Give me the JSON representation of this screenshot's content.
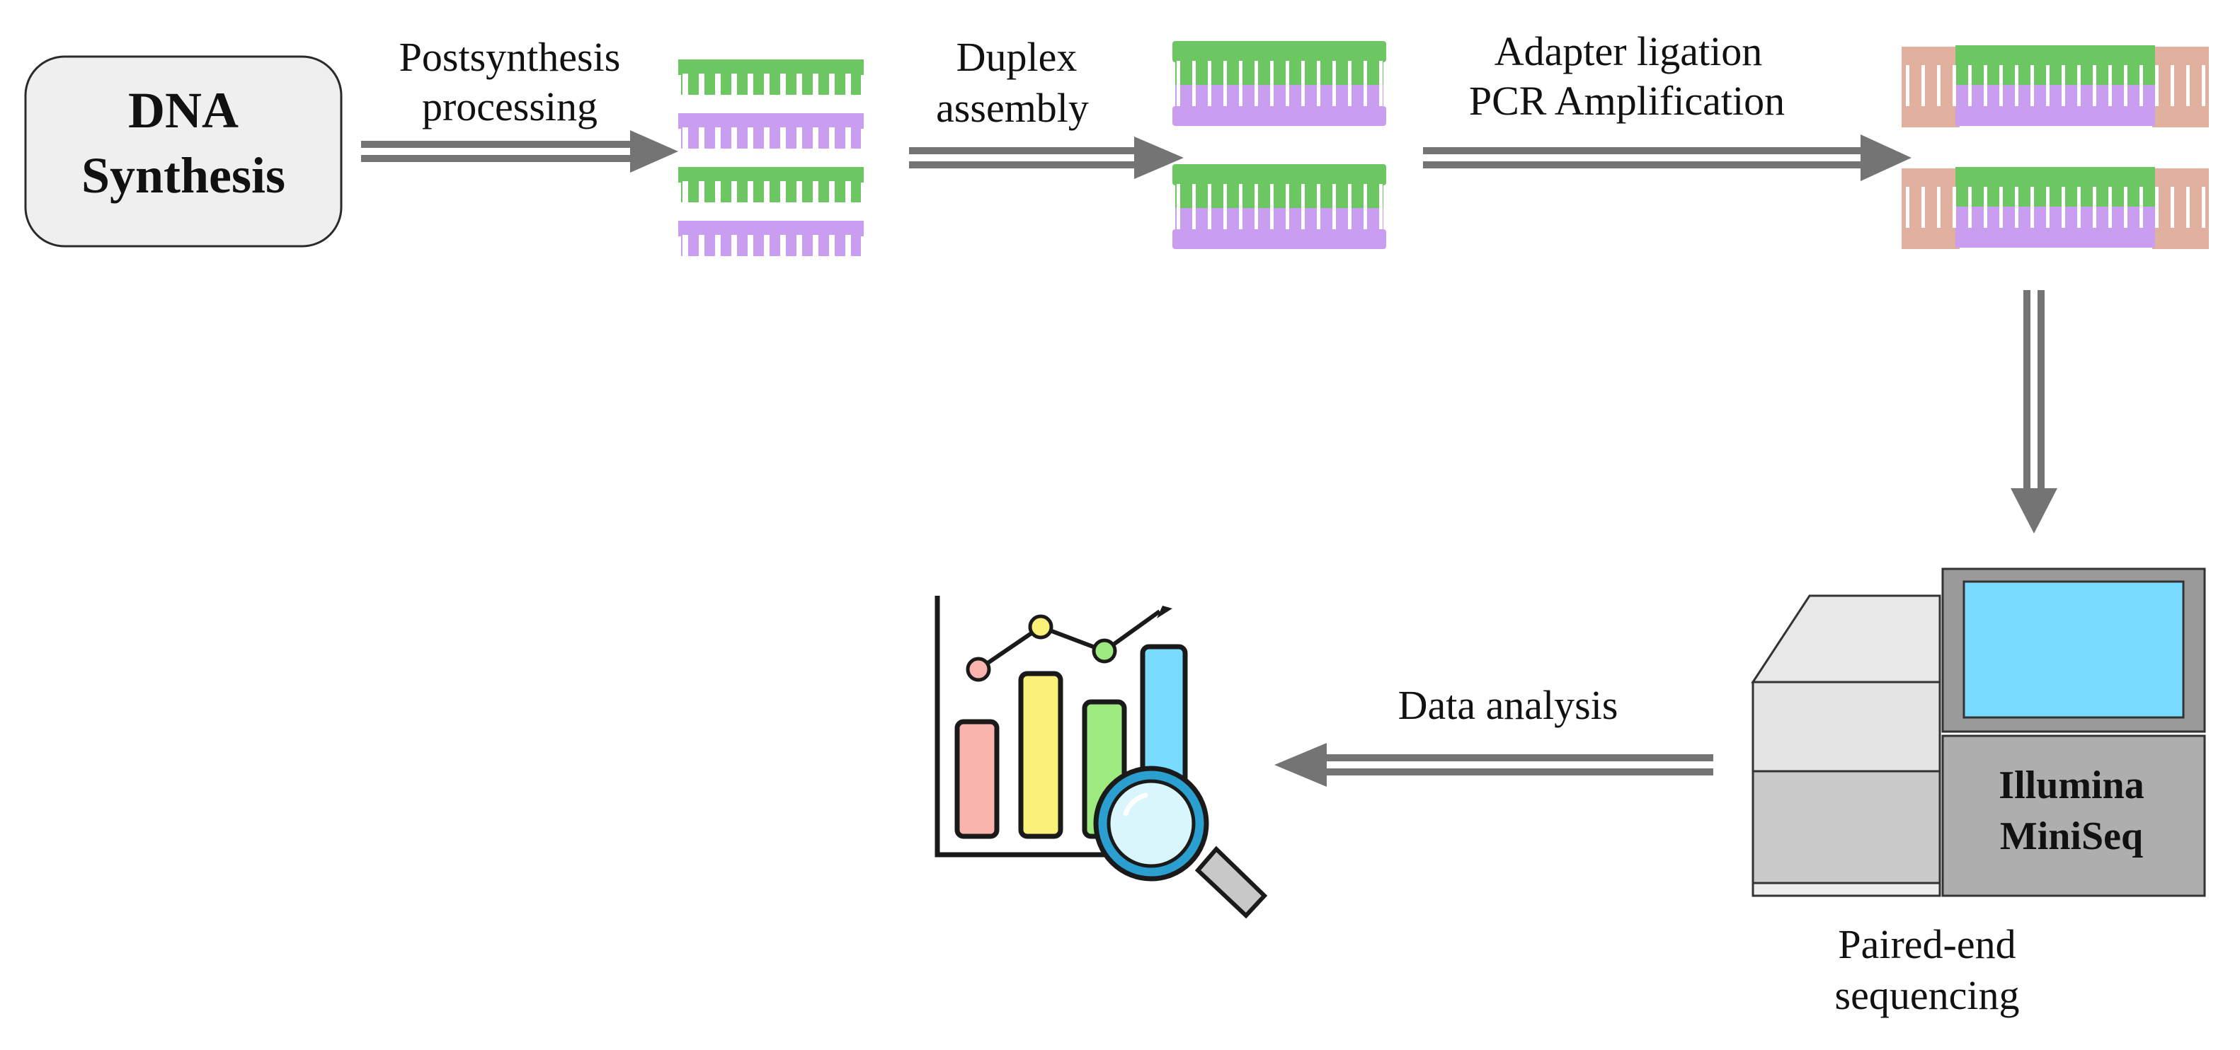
{
  "start_box": {
    "line1": "DNA",
    "line2": "Synthesis"
  },
  "steps": {
    "postsynthesis": {
      "line1": "Postsynthesis",
      "line2": "processing"
    },
    "duplex": {
      "line1": "Duplex",
      "line2": "assembly"
    },
    "adapter": {
      "line1": "Adapter ligation",
      "line2": "PCR Amplification"
    },
    "analysis": {
      "line1": "Data analysis"
    }
  },
  "sequencer": {
    "name_line1": "Illumina",
    "name_line2": "MiniSeq",
    "caption_line1": "Paired-end",
    "caption_line2": "sequencing"
  },
  "colors": {
    "strand_green": "#6cc763",
    "strand_purple": "#c99ef0",
    "adapter": "#e1b09f",
    "arrow": "#747474",
    "screen": "#79dcff",
    "box_fill": "#efefef"
  }
}
